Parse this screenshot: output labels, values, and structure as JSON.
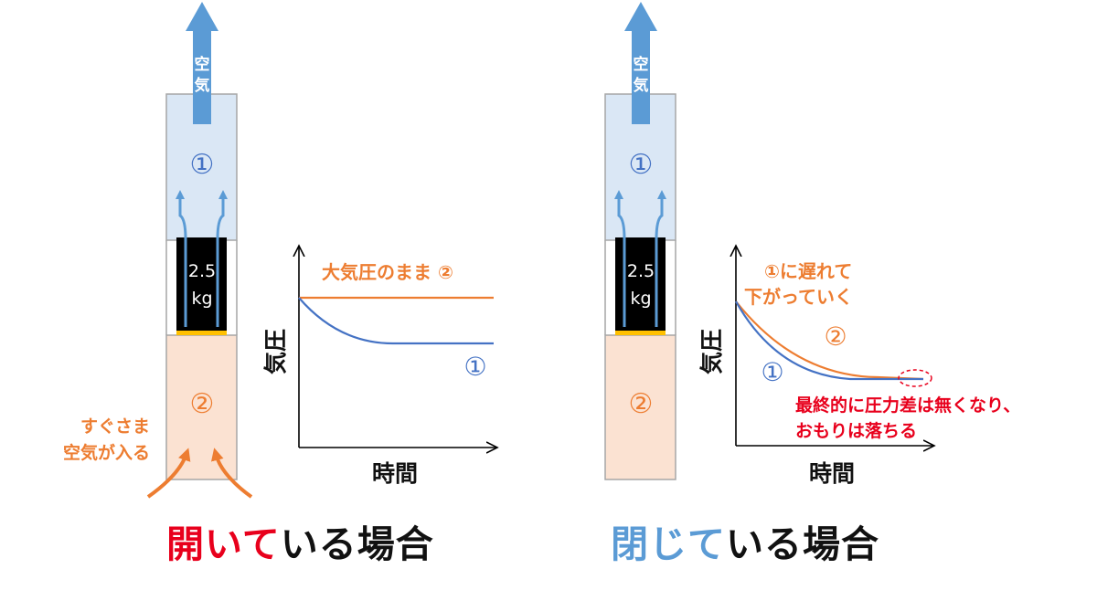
{
  "colors": {
    "blue": "#4472C4",
    "blue_arrow": "#5B9BD5",
    "orange": "#ED7D31",
    "red": "#E8001C",
    "tube_top": "#DAE7F5",
    "tube_bottom": "#FBE2D2",
    "weight": "#000000",
    "seal": "#FFC000",
    "text": "#111111"
  },
  "left": {
    "air_arrow_label": [
      "空",
      "気"
    ],
    "chamber_top_label": "①",
    "chamber_bottom_label": "②",
    "weight_label": [
      "2.5",
      "kg"
    ],
    "inflow_note": [
      "すぐさま",
      "空気が入る"
    ],
    "graph": {
      "ylabel": "気圧",
      "xlabel": "時間",
      "series2_label": "大気圧のまま ②",
      "series1_label": "①"
    },
    "caption": {
      "part1": "開いて",
      "part2": "いる場合"
    }
  },
  "right": {
    "air_arrow_label": [
      "空",
      "気"
    ],
    "chamber_top_label": "①",
    "chamber_bottom_label": "②",
    "weight_label": [
      "2.5",
      "kg"
    ],
    "graph": {
      "ylabel": "気圧",
      "xlabel": "時間",
      "series2_note": [
        "①に遅れて",
        "下がっていく"
      ],
      "series2_label": "②",
      "series1_label": "①",
      "final_note": [
        "最終的に圧力差は無くなり、",
        "おもりは落ちる"
      ]
    },
    "caption": {
      "part1": "閉じて",
      "part2": "いる場合"
    }
  }
}
